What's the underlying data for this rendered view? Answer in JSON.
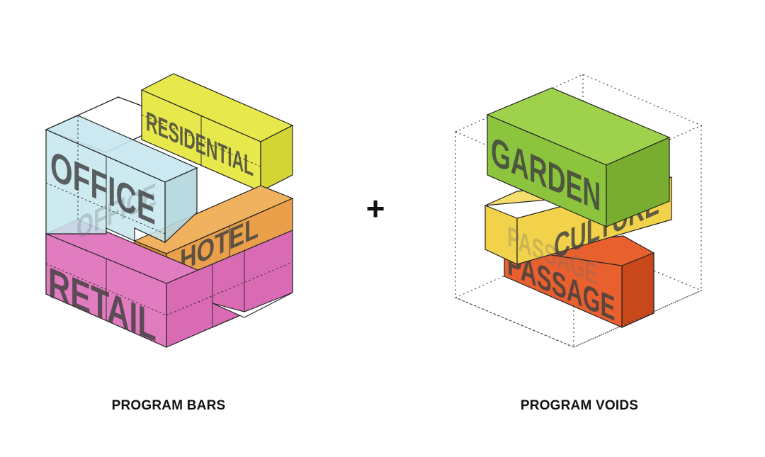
{
  "left_diagram": {
    "caption": "PROGRAM BARS",
    "bars": [
      {
        "label": "RESIDENTIAL",
        "color": "#e6e84c"
      },
      {
        "label": "OFFICE",
        "color": "#c6e6ee"
      },
      {
        "label": "HOTEL",
        "color": "#eaa04a"
      },
      {
        "label": "RETAIL",
        "color": "#e27cc0"
      }
    ]
  },
  "operator": "+",
  "right_diagram": {
    "caption": "PROGRAM VOIDS",
    "voids": [
      {
        "label": "GARDEN",
        "color": "#8cc43e"
      },
      {
        "label": "CULTURE",
        "color": "#f2d24a"
      },
      {
        "label": "PASSAGE",
        "color": "#e8602e"
      }
    ]
  }
}
